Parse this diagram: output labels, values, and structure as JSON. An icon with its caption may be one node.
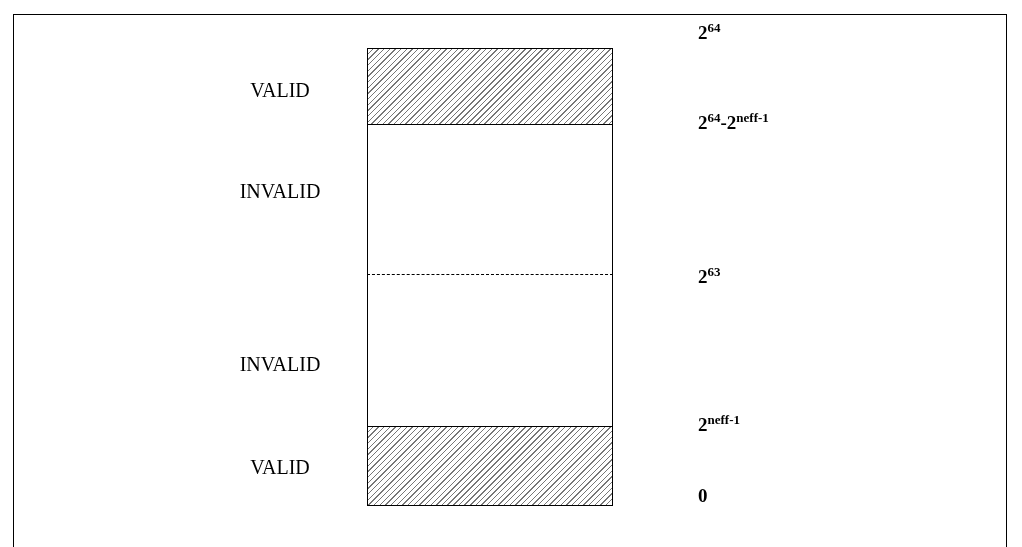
{
  "diagram": {
    "nodes": [
      {
        "text": [
          "VALID"
        ]
      },
      {
        "text": [
          "INVALID"
        ]
      },
      {
        "text": [
          "INVALID"
        ]
      },
      {
        "text": [
          "VALID"
        ]
      }
    ],
    "labels": [
      "2$^{64}$",
      "2$^{64}$-2$^{neff-1}$",
      "2$^{63}$",
      "2$^{neff-1}$",
      "0"
    ]
  }
}
